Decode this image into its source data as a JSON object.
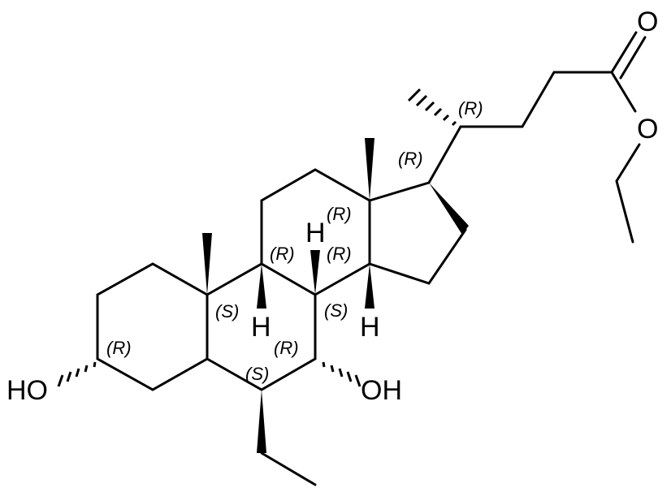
{
  "title": "Ethyl ester steroid structure",
  "atoms": {
    "ho_left": "HO",
    "oh_right": "OH",
    "h_c9": "H",
    "h_c8": "H",
    "h_c14": "H",
    "o_carbonyl": "O",
    "o_ester": "O"
  },
  "stereo": {
    "c3": "(R)",
    "c10": "(S)",
    "c9": "(R)",
    "c8": "(R)",
    "c13": "(R)",
    "c14": "(S)",
    "c7": "(R)",
    "c6": "(S)",
    "c17": "(R)",
    "c20": "(R)"
  }
}
